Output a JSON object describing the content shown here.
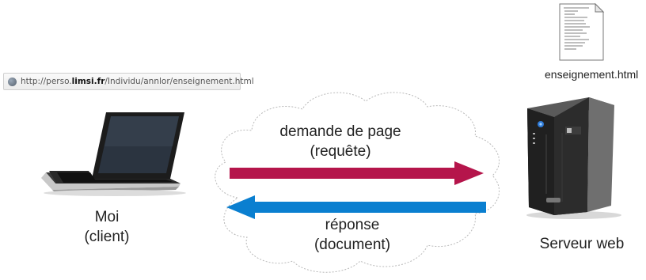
{
  "browser": {
    "url_prefix": "http://perso.",
    "url_domain": "limsi.fr",
    "url_suffix": "/Individu/annlor/enseignement.html"
  },
  "client": {
    "line1": "Moi",
    "line2": "(client)"
  },
  "server": {
    "label": "Serveur web"
  },
  "file": {
    "name": "enseignement.html"
  },
  "request": {
    "line1": "demande de page",
    "line2": "(requête)",
    "color": "#b5154b"
  },
  "response": {
    "line1": "réponse",
    "line2": "(document)",
    "color": "#0a7fd0"
  }
}
